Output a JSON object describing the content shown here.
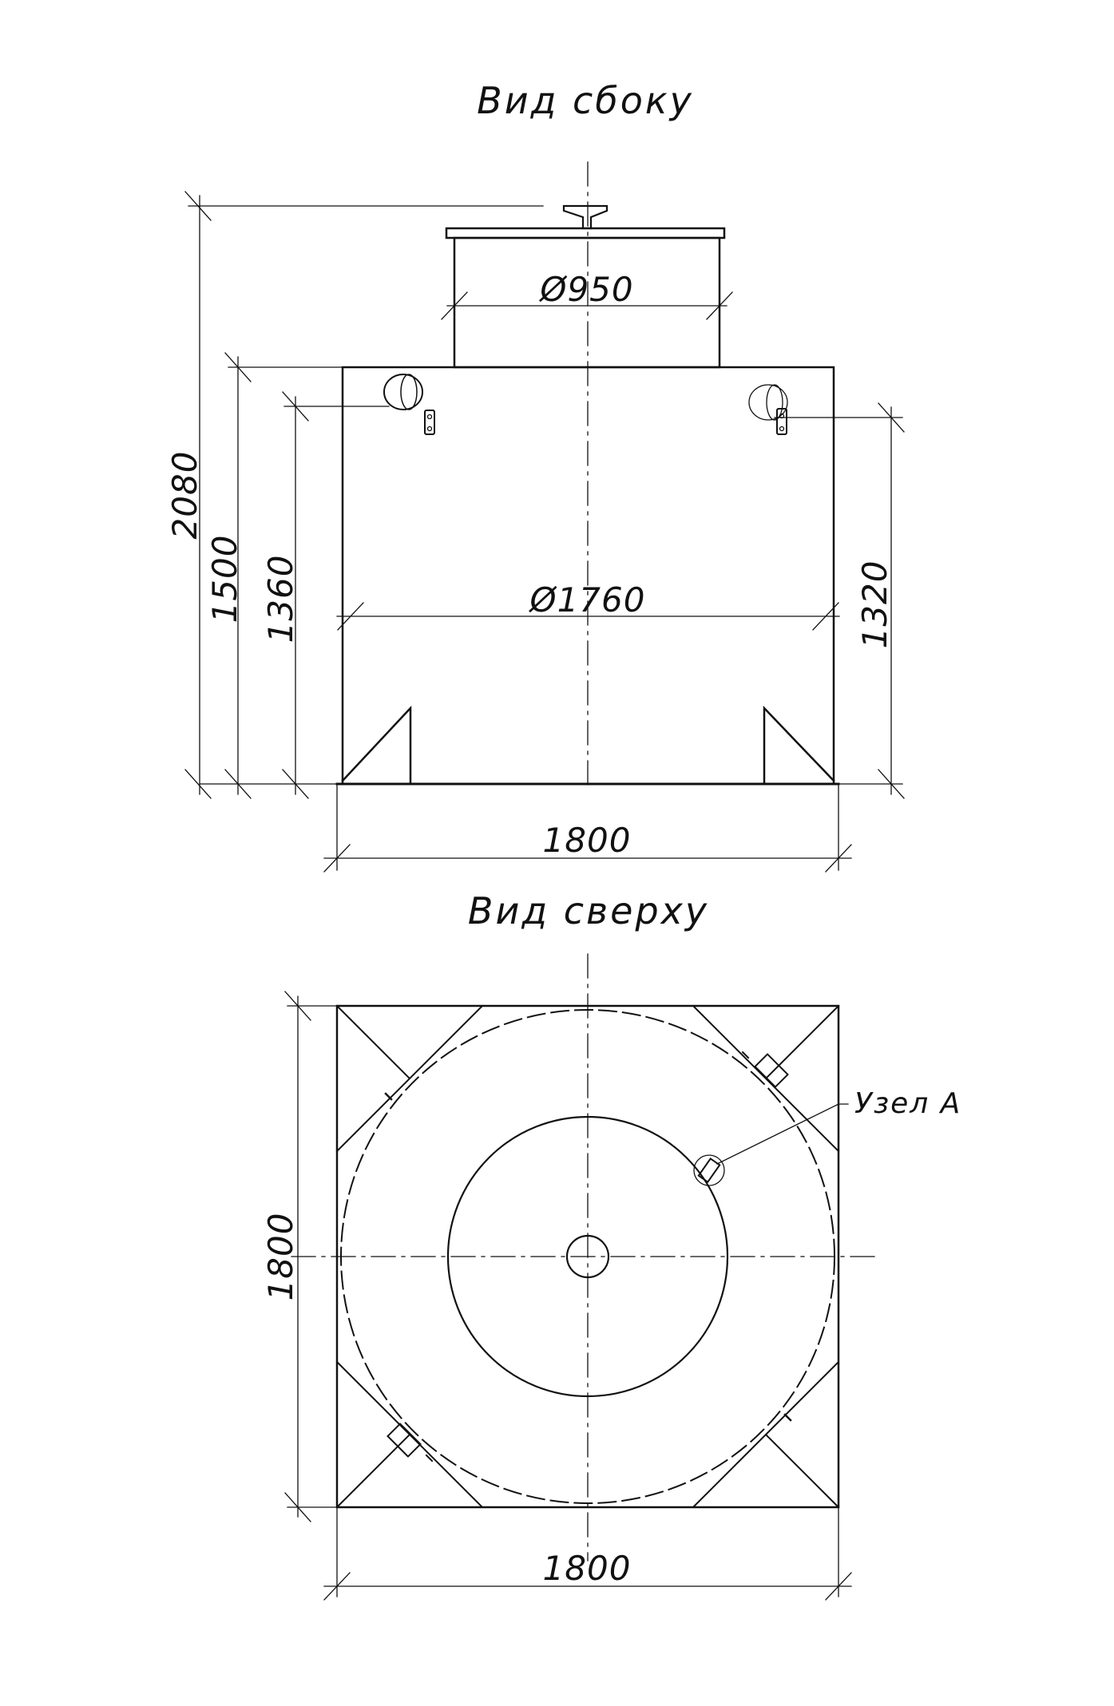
{
  "side_view": {
    "title": "Вид сбоку",
    "dim_overall_height": "2080",
    "dim_body_height": "1500",
    "dim_pipe_left_height": "1360",
    "dim_pipe_right_height": "1320",
    "dim_neck_diameter": "Ø950",
    "dim_body_diameter": "Ø1760",
    "dim_base_width": "1800"
  },
  "top_view": {
    "title": "Вид сверху",
    "dim_side_length": "1800",
    "dim_width": "1800",
    "callout_node": "Узел А"
  },
  "colors": {
    "line": "#111111",
    "background": "#ffffff"
  }
}
